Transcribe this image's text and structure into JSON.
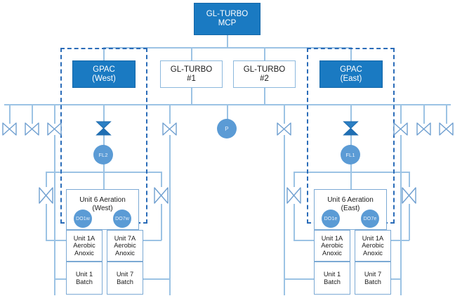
{
  "diagram": {
    "title": "GL-TURBO MCP Aeration Control Diagram",
    "colors": {
      "accent_blue": "#1a7ac2",
      "wire_blue": "#9cc3e4",
      "dash_blue": "#2b6cb8",
      "bubble_blue": "#5b9bd5",
      "box_border": "#8cb8dd",
      "background": "#ffffff"
    }
  },
  "root": {
    "label": "GL-TURBO\nMCP",
    "line1": "GL-TURBO",
    "line2": "MCP"
  },
  "controllers": [
    {
      "id": "gpac-west",
      "line1": "GPAC",
      "line2": "(West)",
      "style": "blue"
    },
    {
      "id": "gl-turbo-1",
      "line1": "GL-TURBO",
      "line2": "#1",
      "style": "white"
    },
    {
      "id": "gl-turbo-2",
      "line1": "GL-TURBO",
      "line2": "#2",
      "style": "white"
    },
    {
      "id": "gpac-east",
      "line1": "GPAC",
      "line2": "(East)",
      "style": "blue"
    }
  ],
  "groups": [
    {
      "id": "group-west",
      "label": "GPAC (West) zone"
    },
    {
      "id": "group-east",
      "label": "GPAC (East) zone"
    }
  ],
  "instruments": {
    "pressure": {
      "tag": "P"
    },
    "flow": [
      {
        "id": "fl2",
        "tag": "FL2",
        "side": "west"
      },
      {
        "id": "fl1",
        "tag": "FL1",
        "side": "east"
      }
    ],
    "dissolved_oxygen": [
      {
        "id": "do1w",
        "tag": "DO1w",
        "side": "west"
      },
      {
        "id": "do7w",
        "tag": "DO7w",
        "side": "west"
      },
      {
        "id": "do1e",
        "tag": "DO1e",
        "side": "east"
      },
      {
        "id": "do7e",
        "tag": "DO7e",
        "side": "east"
      }
    ]
  },
  "valves": {
    "modulating": [
      {
        "id": "valve-fl2",
        "tag": "",
        "type": "filled"
      },
      {
        "id": "valve-fl1",
        "tag": "",
        "type": "filled"
      }
    ],
    "manual_count_left": 3,
    "manual_count_right": 3,
    "manual_count_center": 2,
    "manual_count_aeration": 4
  },
  "west": {
    "aeration": {
      "line1": "Unit 6 Aeration",
      "line2": "(West)"
    },
    "aerobic": [
      {
        "line1": "Unit 1A",
        "line2": "Aerobic",
        "line3": "Anoxic"
      },
      {
        "line1": "Unit 7A",
        "line2": "Aerobic",
        "line3": "Anoxic"
      }
    ],
    "batch": [
      {
        "line1": "Unit 1",
        "line2": "Batch"
      },
      {
        "line1": "Unit 7",
        "line2": "Batch"
      }
    ]
  },
  "east": {
    "aeration": {
      "line1": "Unit 6 Aeration",
      "line2": "(East)"
    },
    "aerobic": [
      {
        "line1": "Unit 1A",
        "line2": "Aerobic",
        "line3": "Anoxic"
      },
      {
        "line1": "Unit 1A",
        "line2": "Aerobic",
        "line3": "Anoxic"
      }
    ],
    "batch": [
      {
        "line1": "Unit 1",
        "line2": "Batch"
      },
      {
        "line1": "Unit 7",
        "line2": "Batch"
      }
    ]
  }
}
